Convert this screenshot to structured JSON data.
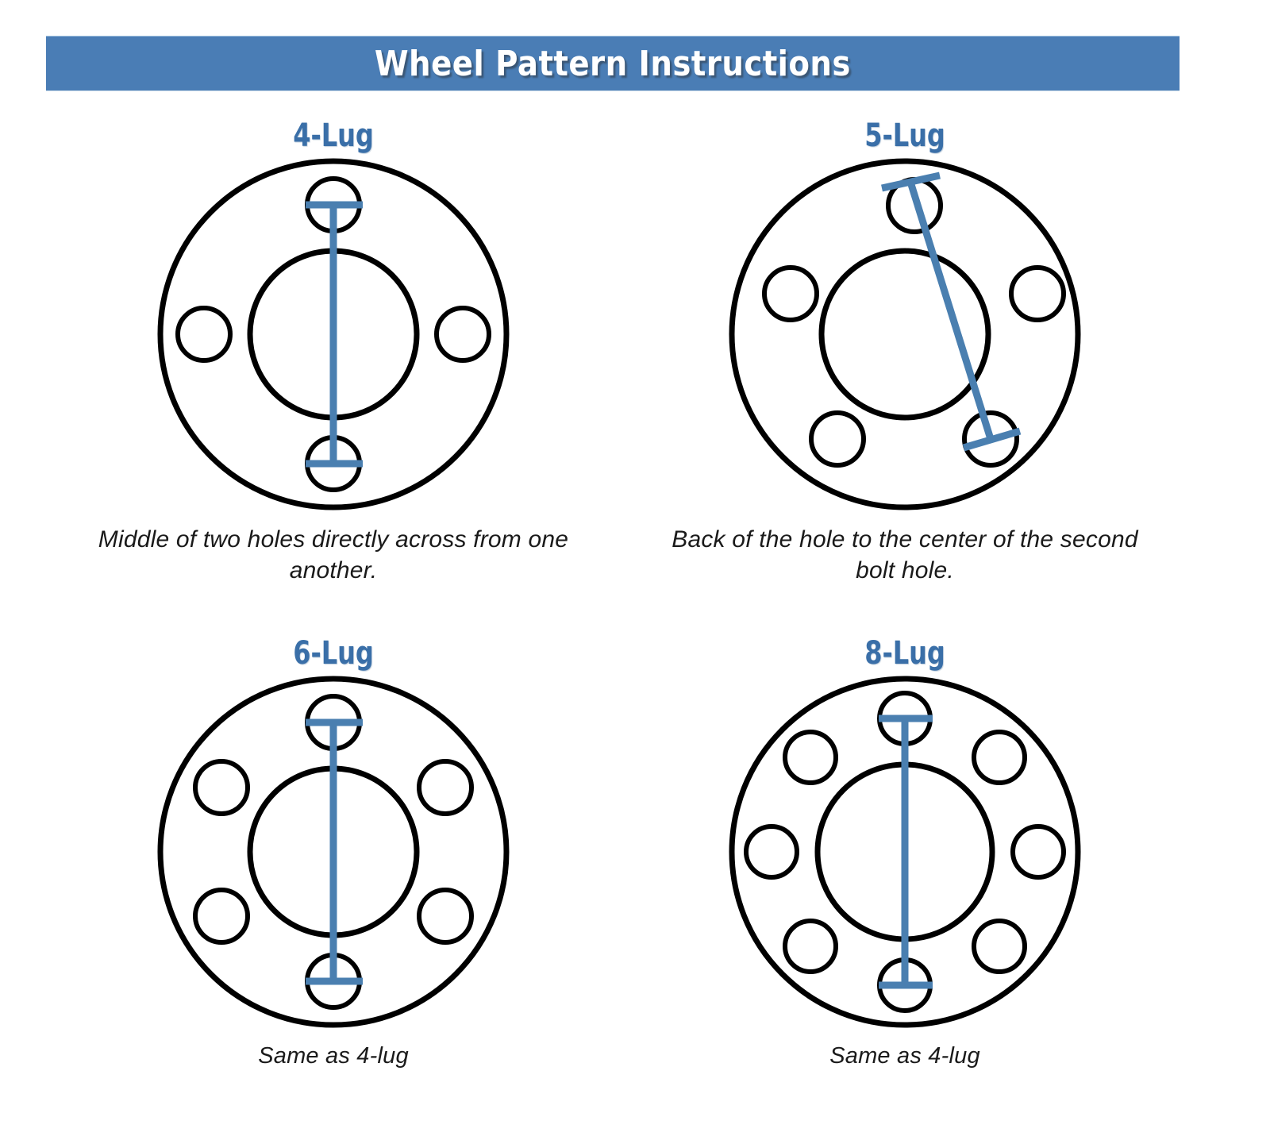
{
  "header": {
    "title": "Wheel Pattern Instructions",
    "background_color": "#4a7db5",
    "text_color": "#ffffff"
  },
  "theme": {
    "label_blue": "#3a6fa8",
    "measure_blue": "#4a7fb0",
    "outline_black": "#000000",
    "page_background": "#ffffff"
  },
  "panels": [
    {
      "id": "four-lug",
      "label": "4-Lug",
      "caption": "Middle of two holes directly across from one another.",
      "lug_count": 4,
      "hole_angles_deg": [
        0,
        90,
        180,
        270
      ],
      "measurement": "vertical-center-to-center"
    },
    {
      "id": "five-lug",
      "label": "5-Lug",
      "caption": "Back of the hole to the center of the second bolt hole.",
      "lug_count": 5,
      "hole_angles_deg": [
        0,
        72,
        144,
        216,
        288
      ],
      "measurement": "diagonal-back-of-hole-to-center"
    },
    {
      "id": "six-lug",
      "label": "6-Lug",
      "caption": "Same as 4-lug",
      "lug_count": 6,
      "hole_angles_deg": [
        0,
        60,
        120,
        180,
        240,
        300
      ],
      "measurement": "vertical-center-to-center"
    },
    {
      "id": "eight-lug",
      "label": "8-Lug",
      "caption": "Same as 4-lug",
      "lug_count": 8,
      "hole_angles_deg": [
        0,
        45,
        90,
        135,
        180,
        225,
        270,
        315
      ],
      "measurement": "vertical-center-to-center"
    }
  ]
}
